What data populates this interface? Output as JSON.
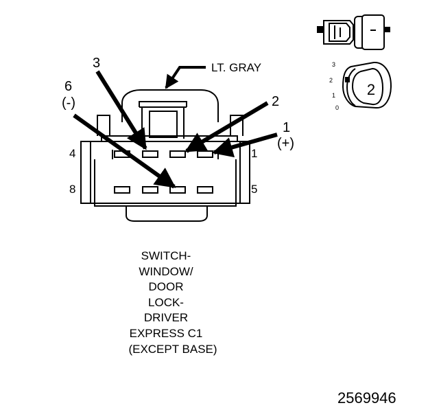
{
  "connector": {
    "color_label": "LT. GRAY",
    "pins": {
      "p1": "1",
      "p1_polarity": "(+)",
      "p2": "2",
      "p3": "3",
      "p4": "4",
      "p5": "5",
      "p6": "6",
      "p6_polarity": "(-)",
      "p8": "8"
    }
  },
  "inset": {
    "positions": {
      "p3": "3",
      "p2": "2",
      "p1": "1",
      "p0": "0"
    },
    "selected": "2"
  },
  "caption": {
    "lines": [
      "SWITCH-",
      "WINDOW/",
      "DOOR",
      "LOCK-",
      "DRIVER",
      "EXPRESS C1",
      "(EXCEPT BASE)"
    ]
  },
  "figure_id": "2569946"
}
